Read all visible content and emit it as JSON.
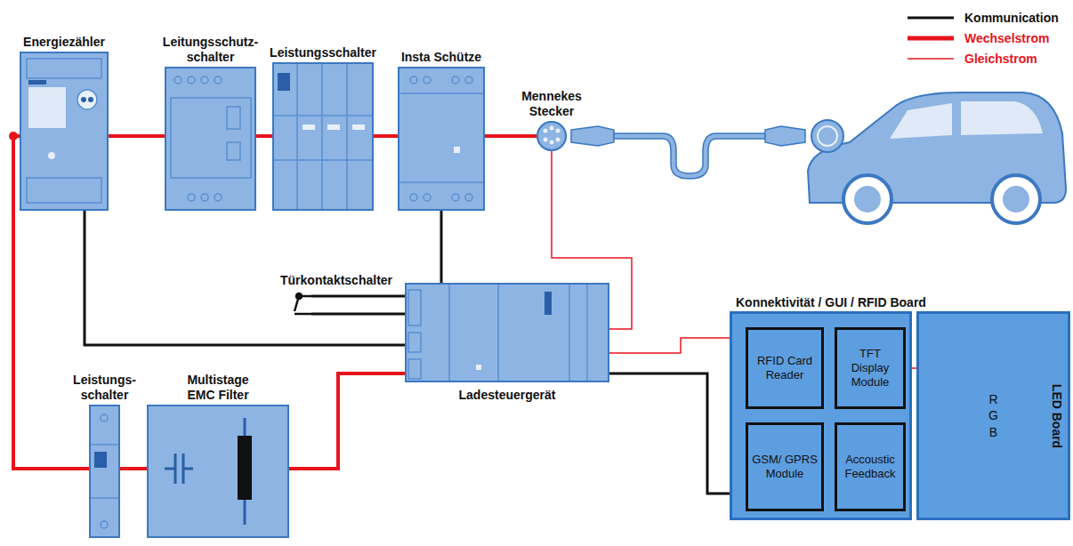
{
  "diagram": {
    "nodes": [
      {
        "text": [
          "Energiezähler"
        ]
      },
      {
        "text": [
          "Leitungsschutz- schalter"
        ]
      },
      {
        "text": [
          "Leistungsschalter"
        ]
      },
      {
        "text": [
          "Insta Schütze"
        ]
      },
      {
        "text": [
          "Mennekes Stecker"
        ]
      },
      {
        "text": [
          "Türkontaktschalter"
        ]
      },
      {
        "text": [
          "Ladesteuergerät"
        ]
      },
      {
        "text": [
          "Konnektivität / GUI / RFID Board"
        ]
      },
      {
        "text": [
          "RFID Card Reader"
        ],
        "in": 7
      },
      {
        "text": [
          "TFT Display Module"
        ],
        "in": 7
      },
      {
        "text": [
          "GSM/ GPRS Module"
        ],
        "in": 7
      },
      {
        "text": [
          "Accoustic Feedback"
        ],
        "in": 7
      },
      {
        "text": [
          "RGB",
          "LED Board"
        ]
      },
      {
        "text": [
          "Leistungs- schalter"
        ]
      },
      {
        "text": [
          "Multistage EMC Filter"
        ]
      }
    ],
    "edges": [
      {
        "from": 0,
        "to": 1,
        "arrow": "none"
      },
      {
        "from": 1,
        "to": 2,
        "arrow": "none"
      },
      {
        "from": 2,
        "to": 3,
        "arrow": "none"
      },
      {
        "from": 3,
        "to": 4,
        "arrow": "none"
      },
      {
        "from": 0,
        "to": 13,
        "arrow": "none"
      },
      {
        "from": 13,
        "to": 14,
        "arrow": "none"
      },
      {
        "from": 14,
        "to": 6,
        "arrow": "none"
      },
      {
        "from": 0,
        "to": 6,
        "arrow": "none"
      },
      {
        "from": 5,
        "to": 6,
        "arrow": "none"
      },
      {
        "from": 3,
        "to": 6,
        "arrow": "none"
      },
      {
        "from": 4,
        "to": 6,
        "arrow": "none"
      },
      {
        "from": 6,
        "to": 7,
        "arrow": "none"
      },
      {
        "from": 6,
        "to": 7,
        "arrow": "none"
      },
      {
        "from": 9,
        "to": 12,
        "arrow": "none"
      }
    ],
    "legend": [
      {
        "text": "Kommunication"
      },
      {
        "text": "Wechselstrom"
      },
      {
        "text": "Gleichstrom"
      }
    ]
  }
}
